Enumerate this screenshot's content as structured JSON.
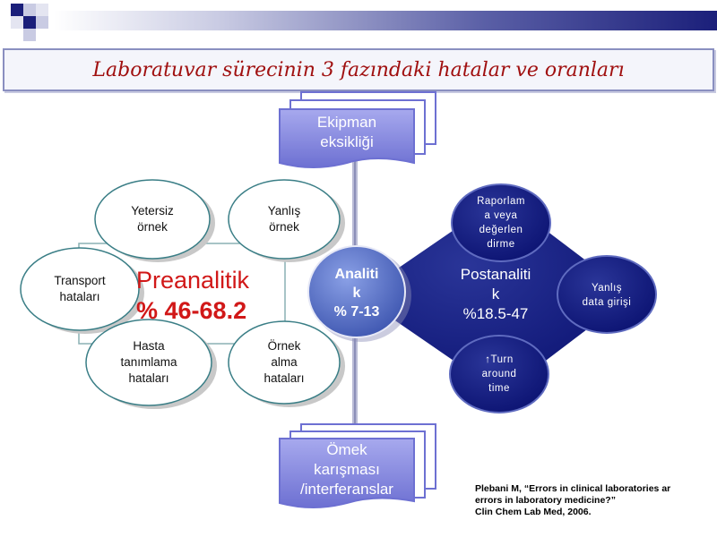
{
  "title": "Laboratuvar sürecinin 3 fazındaki hatalar ve oranları",
  "top_stack": {
    "line1": "Ekipman",
    "line2": "eksikliği"
  },
  "bottom_stack": {
    "line1": "Ömek",
    "line2": "karışması",
    "line3": "/interferanslar"
  },
  "preanalytic": {
    "label": "Preanalitik",
    "rate": "% 46-68.2",
    "errors": [
      {
        "line1": "Yetersiz",
        "line2": "örnek"
      },
      {
        "line1": "Yanlış",
        "line2": "örnek"
      },
      {
        "line1": "Transport",
        "line2": "hataları"
      },
      {
        "line1": "Hasta",
        "line2": "tanımlama",
        "line3": "hataları"
      },
      {
        "line1": "Örnek",
        "line2": "alma",
        "line3": "hataları"
      }
    ]
  },
  "analytic": {
    "line1": "Analiti",
    "line2": "k",
    "rate": "% 7-13"
  },
  "postanalytic": {
    "line1": "Postanaliti",
    "line2": "k",
    "rate": "%18.5-47",
    "errors": [
      {
        "line1": "Raporlam",
        "line2": "a veya",
        "line3": "değerlen",
        "line4": "dirme"
      },
      {
        "line1": "Yanlış",
        "line2": "data girişi"
      },
      {
        "line1": "↑Turn",
        "line2": "around",
        "line3": "time"
      }
    ]
  },
  "citation": {
    "line1": "Plebani M, “Errors in clinical laboratories ar",
    "line2": "errors in laboratory medicine?”",
    "line3": "Clin Chem Lab Med, 2006."
  },
  "colors": {
    "title": "#a01010",
    "preanalytic_text": "#d11818",
    "navy": "#0a1170",
    "stack_fill": "#8a8ce0",
    "center_blue": "#5c74c4"
  }
}
